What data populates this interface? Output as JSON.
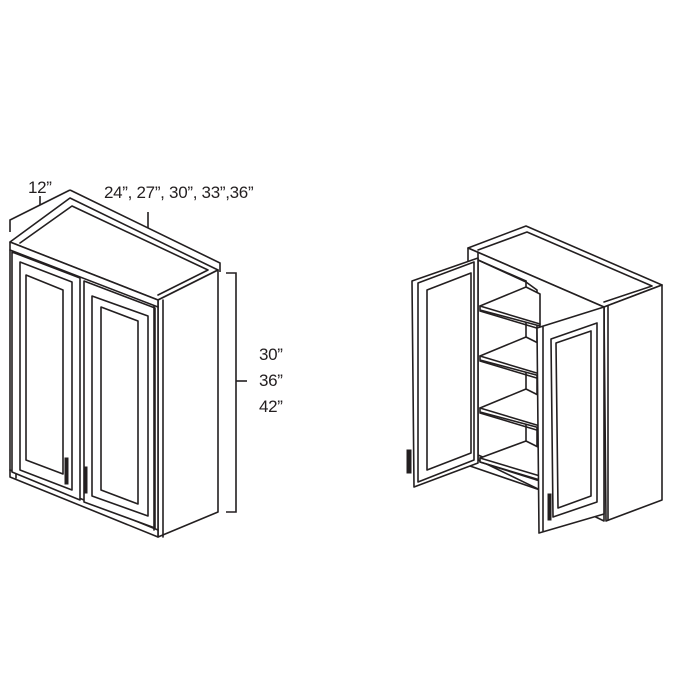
{
  "diagram": {
    "type": "product-line-drawing",
    "subject": "Double-door wall cabinet",
    "views": [
      {
        "id": "closed",
        "description": "Closed doors, isometric view with dimension callouts"
      },
      {
        "id": "open",
        "description": "Doors open showing two adjustable shelves"
      }
    ],
    "colors": {
      "line": "#231f20",
      "background": "#ffffff"
    }
  },
  "dimensions": {
    "depth": {
      "label": "12”"
    },
    "width": {
      "label": "24”, 27”, 30”, 33”,36”"
    },
    "height": {
      "lines": [
        "30”",
        "36”",
        "42”"
      ]
    }
  }
}
